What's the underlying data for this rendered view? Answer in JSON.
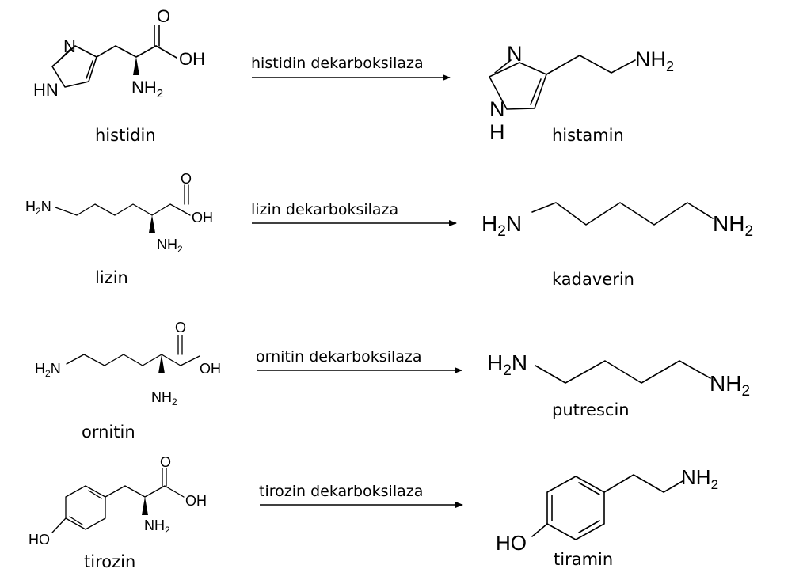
{
  "reactions": [
    {
      "substrate": "histidin",
      "enzyme": "histidin dekarboksilaza",
      "product": "histamin"
    },
    {
      "substrate": "lizin",
      "enzyme": "lizin dekarboksilaza",
      "product": "kadaverin"
    },
    {
      "substrate": "ornitin",
      "enzyme": "ornitin dekarboksilaza",
      "product": "putrescin"
    },
    {
      "substrate": "tirozin",
      "enzyme": "tirozin dekarboksilaza",
      "product": "tiramin"
    }
  ],
  "atoms": {
    "o": "O",
    "oh": "OH",
    "ho": "HO",
    "n": "N",
    "h": "H",
    "hn": "HN",
    "nh": "NH",
    "h2n": "H",
    "two": "2"
  }
}
